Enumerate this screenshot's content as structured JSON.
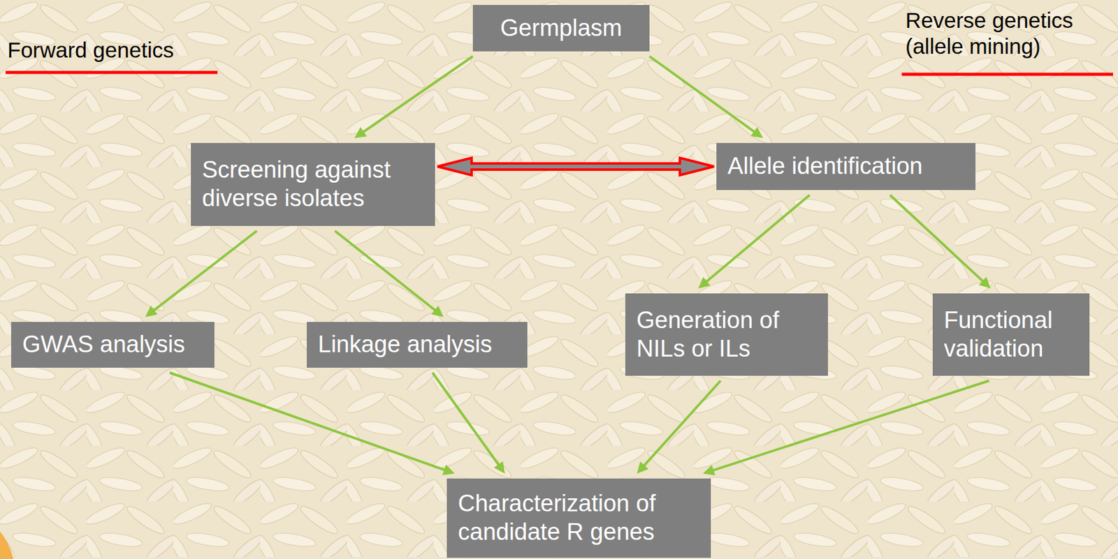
{
  "diagram": {
    "nodes": [
      {
        "text": [
          "Germplasm"
        ]
      },
      {
        "text": [
          "Screening against diverse isolates"
        ]
      },
      {
        "text": [
          "Allele identification"
        ]
      },
      {
        "text": [
          "GWAS analysis"
        ]
      },
      {
        "text": [
          "Linkage analysis"
        ]
      },
      {
        "text": [
          "Generation of NILs or ILs"
        ]
      },
      {
        "text": [
          "Functional validation"
        ]
      },
      {
        "text": [
          "Characterization of candidate R genes"
        ]
      }
    ],
    "edges": [
      {
        "from": 0,
        "to": 1,
        "arrow": "to"
      },
      {
        "from": 0,
        "to": 2,
        "arrow": "to"
      },
      {
        "from": 1,
        "to": 2,
        "arrow": "both"
      },
      {
        "from": 1,
        "to": 3,
        "arrow": "to"
      },
      {
        "from": 1,
        "to": 4,
        "arrow": "to"
      },
      {
        "from": 2,
        "to": 5,
        "arrow": "to"
      },
      {
        "from": 2,
        "to": 6,
        "arrow": "to"
      },
      {
        "from": 3,
        "to": 7,
        "arrow": "to"
      },
      {
        "from": 4,
        "to": 7,
        "arrow": "to"
      },
      {
        "from": 5,
        "to": 7,
        "arrow": "to"
      },
      {
        "from": 6,
        "to": 7,
        "arrow": "to"
      }
    ],
    "labels": [
      "Forward genetics",
      "Reverse genetics (allele mining)"
    ]
  }
}
